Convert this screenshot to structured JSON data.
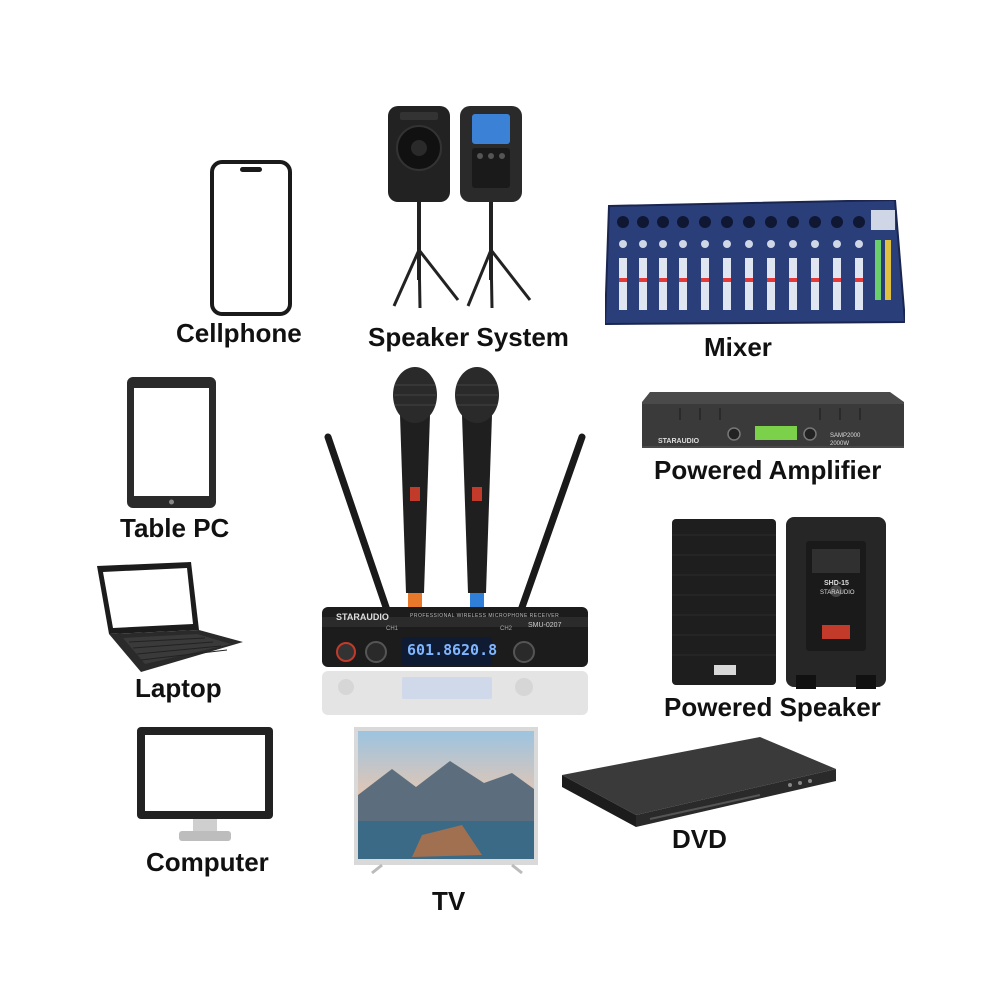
{
  "labels": {
    "cellphone": "Cellphone",
    "speaker_system": "Speaker System",
    "mixer": "Mixer",
    "powered_amplifier": "Powered Amplifier",
    "table_pc": "Table PC",
    "laptop": "Laptop",
    "powered_speaker": "Powered Speaker",
    "computer": "Computer",
    "tv": "TV",
    "dvd": "DVD"
  },
  "receiver": {
    "brand": "STARAUDIO",
    "model": "SMU-0207",
    "subtitle": "PROFESSIONAL WIRELESS MICROPHONE RECEIVER",
    "ch1_label": "CH1",
    "ch2_label": "CH2",
    "ch1_freq": "601.8",
    "ch2_freq": "620.8"
  },
  "amplifier": {
    "brand": "STARAUDIO",
    "model": "SAMP2000",
    "power": "2000W"
  },
  "powered_speaker_unit": {
    "model": "SHD-15",
    "brand": "STARAUDIO"
  },
  "colors": {
    "device_black": "#1c1c1c",
    "mixer_blue": "#2a3f7a",
    "display_blue": "#3b82d6",
    "mic_orange": "#e8792b",
    "mic_blue": "#2f7fd8"
  }
}
